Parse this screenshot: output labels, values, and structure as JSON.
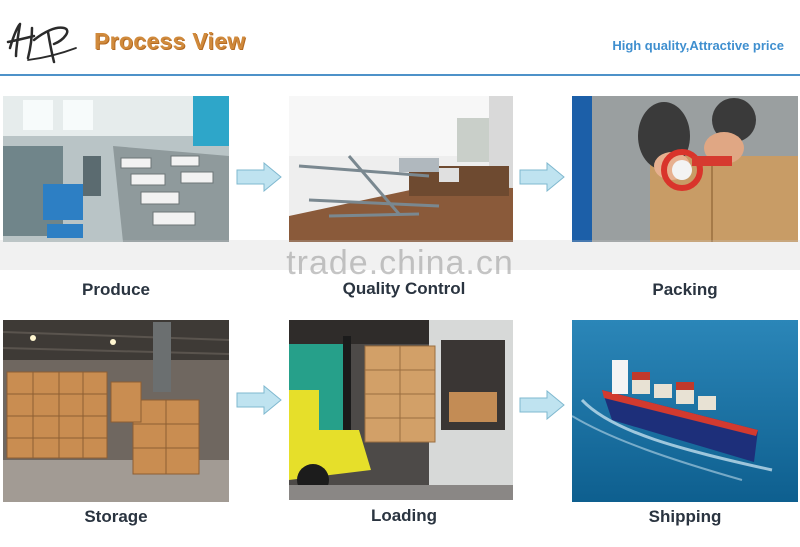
{
  "header": {
    "logo_text": "HP",
    "title": "Process View",
    "tagline": "High quality,Attractive price"
  },
  "steps": [
    {
      "label": "Produce"
    },
    {
      "label": "Quality Control"
    },
    {
      "label": "Packing"
    },
    {
      "label": "Storage"
    },
    {
      "label": "Loading"
    },
    {
      "label": "Shipping"
    }
  ],
  "watermark": "trade.china.cn",
  "colors": {
    "title": "#d08a3c",
    "tagline": "#3f8fcf",
    "rule": "#4d92c9",
    "arrow": "#bfe3f0",
    "label": "#2a3440"
  },
  "icons": {
    "arrow": "arrow-right-icon",
    "logo": "handwritten-logo"
  }
}
